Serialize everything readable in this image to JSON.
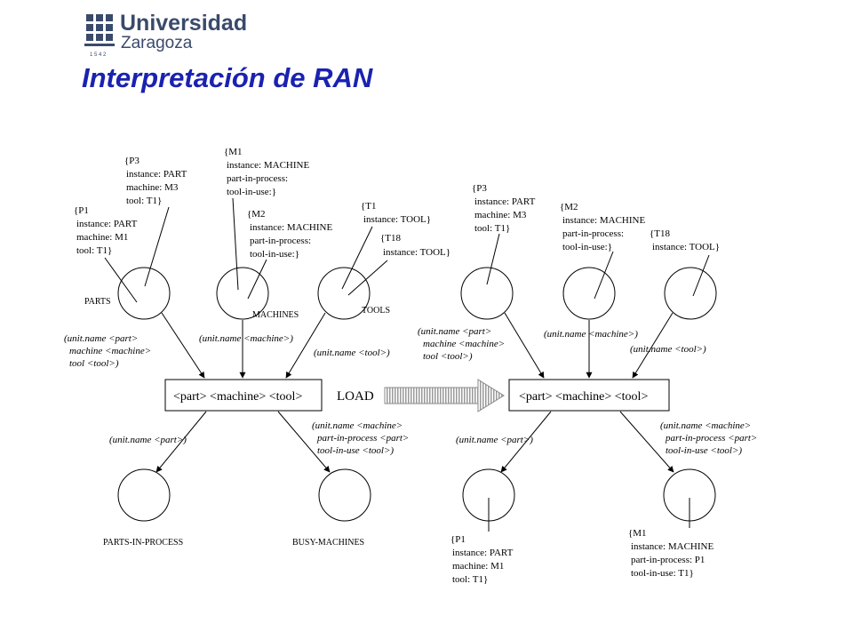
{
  "header": {
    "logo_line1": "Universidad",
    "logo_line2": "Zaragoza",
    "logo_year": "1 5 4 2",
    "brand_color": "#3a4a6b"
  },
  "title": "Interpretación de RAN",
  "title_color": "#1a22b0",
  "left_net": {
    "places": {
      "parts": "PARTS",
      "machines": "MACHINES",
      "tools": "TOOLS",
      "parts_in_process": "PARTS-IN-PROCESS",
      "busy_machines": "BUSY-MACHINES"
    },
    "transition": "<part> <machine> <tool>",
    "arcs": {
      "parts_in": [
        "(unit.name <part>",
        "machine <machine>",
        "tool <tool>)"
      ],
      "machines_in": "(unit.name <machine>)",
      "tools_in": "(unit.name <tool>)",
      "pip_out": "(unit.name <part>)",
      "busy_out": [
        "(unit.name <machine>",
        "part-in-process <part>",
        "tool-in-use <tool>)"
      ]
    },
    "tokens": {
      "p3": [
        "{P3",
        "instance: PART",
        "machine: M3",
        "tool: T1}"
      ],
      "p1": [
        "{P1",
        "instance: PART",
        "machine: M1",
        "tool: T1}"
      ],
      "m1": [
        "{M1",
        "instance: MACHINE",
        "part-in-process:",
        "tool-in-use:}"
      ],
      "m2": [
        "{M2",
        "instance: MACHINE",
        "part-in-process:",
        "tool-in-use:}"
      ],
      "t1": [
        "{T1",
        "instance: TOOL}"
      ],
      "t18": [
        "{T18",
        "instance: TOOL}"
      ]
    }
  },
  "load_label": "LOAD",
  "right_net": {
    "transition": "<part> <machine> <tool>",
    "arcs": {
      "parts_in": [
        "(unit.name <part>",
        "machine <machine>",
        "tool <tool>)"
      ],
      "machines_in": "(unit.name <machine>)",
      "tools_in": "(unit.name <tool>)",
      "pip_out": "(unit.name <part>)",
      "busy_out": [
        "(unit.name <machine>",
        "part-in-process <part>",
        "tool-in-use <tool>)"
      ]
    },
    "tokens": {
      "p3": [
        "{P3",
        "instance: PART",
        "machine: M3",
        "tool: T1}"
      ],
      "m2": [
        "{M2",
        "instance: MACHINE",
        "part-in-process:",
        "tool-in-use:}"
      ],
      "t18": [
        "{T18",
        "instance: TOOL}"
      ],
      "p1": [
        "{P1",
        "instance: PART",
        "machine: M1",
        "tool: T1}"
      ],
      "m1": [
        "{M1",
        "instance: MACHINE",
        "part-in-process: P1",
        "tool-in-use: T1}"
      ]
    }
  }
}
